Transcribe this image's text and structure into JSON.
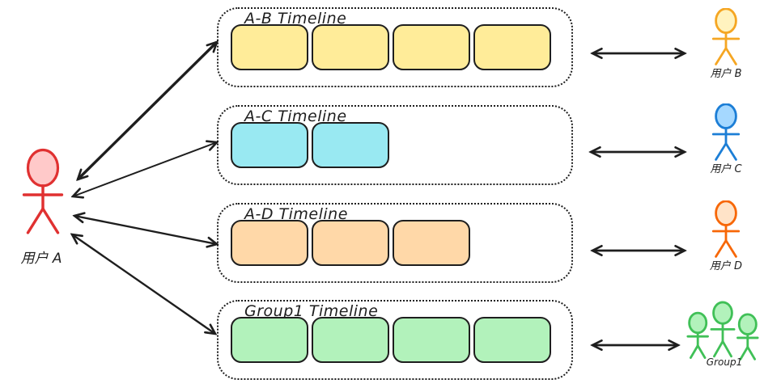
{
  "diagram": {
    "stroke_color": "#1e1e1e",
    "actor_a": {
      "label": "用户 A",
      "color": "#e03131",
      "head_fill": "#ffc9c9"
    },
    "timelines": [
      {
        "label": "A-B Timeline",
        "segments": 4,
        "fill": "#ffec99"
      },
      {
        "label": "A-C Timeline",
        "segments": 2,
        "fill": "#99e9f2"
      },
      {
        "label": "A-D Timeline",
        "segments": 3,
        "fill": "#ffd8a8"
      },
      {
        "label": "Group1 Timeline",
        "segments": 4,
        "fill": "#b2f2bb"
      }
    ],
    "peers": [
      {
        "label": "用户 B",
        "color": "#f5a623",
        "head_fill": "#fff3bf",
        "type": "person"
      },
      {
        "label": "用户 C",
        "color": "#1c7ed6",
        "head_fill": "#a5d8ff",
        "type": "person"
      },
      {
        "label": "用户 D",
        "color": "#f76707",
        "head_fill": "#ffe3c8",
        "type": "person"
      },
      {
        "label": "Group1",
        "color": "#40c057",
        "head_fill": "#b2f2bb",
        "type": "group"
      }
    ]
  }
}
